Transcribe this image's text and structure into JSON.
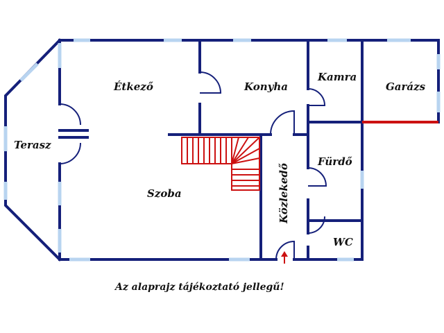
{
  "colors": {
    "wall": "#15207a",
    "window": "#b8d4f0",
    "stairs": "#cc1111",
    "door_arc": "#15207a",
    "label": "#111111"
  },
  "rooms": {
    "terasz": "Terasz",
    "etkezo": "Étkező",
    "konyha": "Konyha",
    "kamra": "Kamra",
    "garazs": "Garázs",
    "furdo": "Fürdő",
    "szoba": "Szoba",
    "kozlekedo": "Közlekedő",
    "wc": "WC"
  },
  "note": "Az alaprajz tájékoztató jellegű!",
  "entrance_icon": "arrow-up-icon"
}
